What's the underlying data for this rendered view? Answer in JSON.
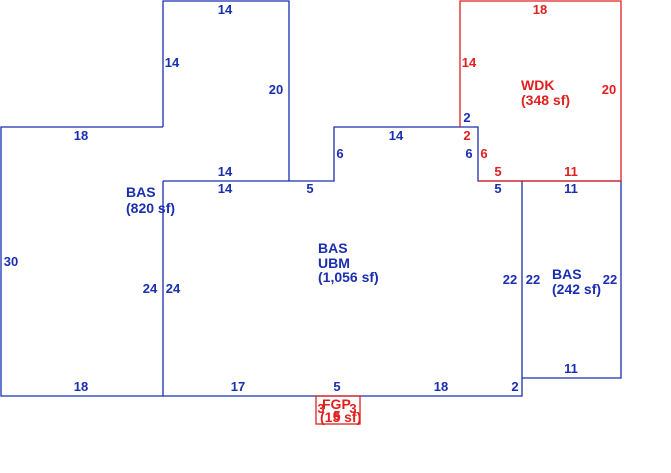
{
  "colors": {
    "main": "#1a2fb0",
    "deck": "#e0201e"
  },
  "areas": {
    "bas_left": {
      "code": "BAS",
      "size": "(820 sf)"
    },
    "bas_center": {
      "code": "BAS",
      "code2": "UBM",
      "size": "(1,056 sf)"
    },
    "bas_right": {
      "code": "BAS",
      "size": "(242 sf)"
    },
    "wdk": {
      "code": "WDK",
      "size": "(348 sf)"
    },
    "fgp": {
      "code": "FGP",
      "size": "(15 sf)"
    }
  },
  "dims": {
    "top_14": "14",
    "left_upper_14": "14",
    "right_upper_20": "20",
    "left_top_18": "18",
    "mid_14_a": "14",
    "mid_14_b": "14",
    "step_5": "5",
    "left_30": "30",
    "left_inner_24": "24",
    "right_inner_24": "24",
    "bottom_left_18": "18",
    "bottom_17": "17",
    "bottom_5": "5",
    "bottom_18": "18",
    "bottom_2": "2",
    "notch_6": "6",
    "notch_top_14": "14",
    "notch_2": "2",
    "notch_6b": "6",
    "center_5": "5",
    "center_22": "22",
    "right_22_left": "22",
    "right_22_right": "22",
    "right_11_top": "11",
    "right_11_bottom": "11",
    "wdk_18": "18",
    "wdk_14": "14",
    "wdk_20": "20",
    "wdk_2": "2",
    "wdk_6": "6",
    "wdk_5": "5",
    "wdk_11": "11",
    "fgp_3a": "3",
    "fgp_5": "5",
    "fgp_3b": "3"
  }
}
